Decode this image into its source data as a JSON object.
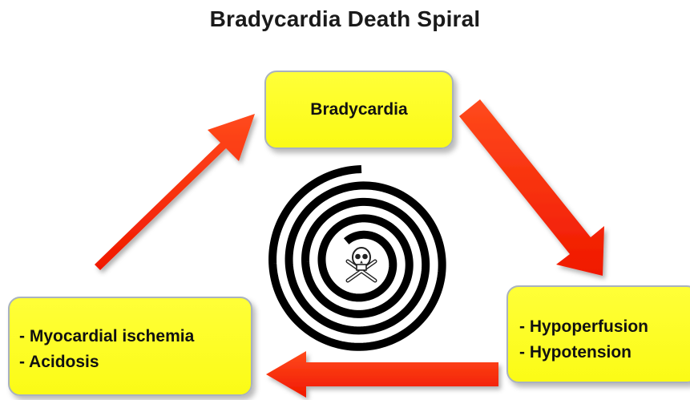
{
  "title": "Bradycardia Death Spiral",
  "nodes": {
    "top": {
      "lines": [
        "Bradycardia"
      ]
    },
    "right": {
      "lines": [
        "- Hypoperfusion",
        "- Hypotension"
      ]
    },
    "left": {
      "lines": [
        "- Myocardial ischemia",
        "- Acidosis"
      ]
    }
  },
  "center_icon": "skull-and-crossbones-icon",
  "colors": {
    "box_fill": "#ffff22",
    "box_border": "#a9b2bf",
    "arrow_fill": "#ff2a00",
    "spiral": "#000000"
  }
}
